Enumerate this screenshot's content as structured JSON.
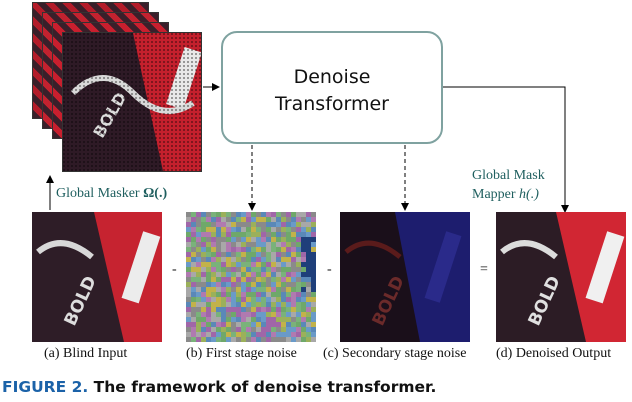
{
  "diagram": {
    "process_box": {
      "line1": "Denoise",
      "line2": "Transformer"
    },
    "masker_label": {
      "text": "Global Masker ",
      "symbol": "Ω(.)"
    },
    "mapper_label": {
      "line1": "Global Mask",
      "line2_text": "Mapper ",
      "line2_symbol": "h(.)"
    },
    "stage_labels": [
      "(a) Blind Input",
      "(b) First stage noise",
      "(c) Secondary stage noise",
      "(d) Denoised Output"
    ],
    "operators": [
      "-",
      "-",
      "="
    ],
    "image_text": "BOLD",
    "caption": {
      "figure_number": "FIGURE 2.",
      "text": "The framework of denoise transformer."
    },
    "colors": {
      "box_border": "#7fa2a0",
      "caption_accent": "#1b62a8",
      "label_green": "#1f5f5f"
    }
  }
}
